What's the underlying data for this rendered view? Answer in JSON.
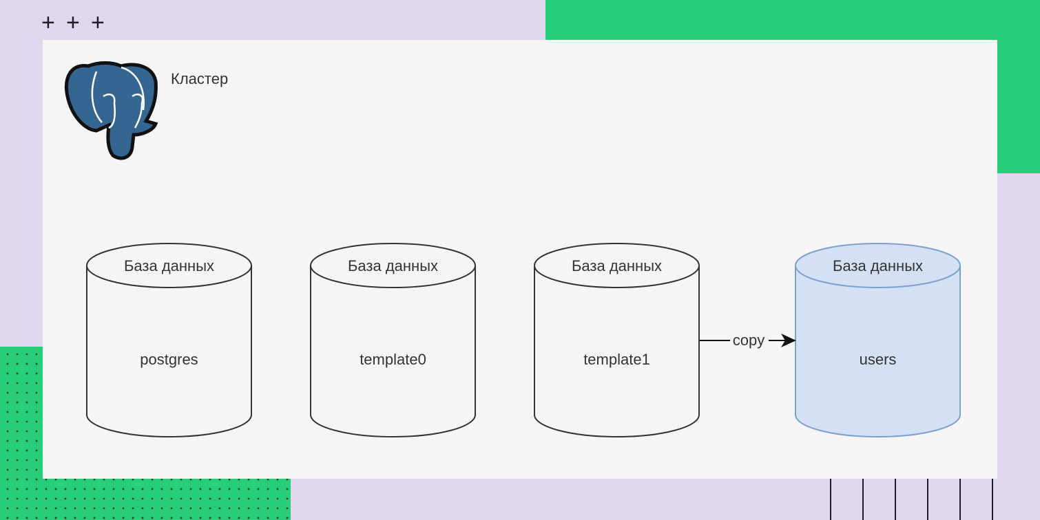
{
  "cluster_label": "Кластер",
  "databases": [
    {
      "header": "База данных",
      "name": "postgres"
    },
    {
      "header": "База данных",
      "name": "template0"
    },
    {
      "header": "База данных",
      "name": "template1"
    },
    {
      "header": "База данных",
      "name": "users"
    }
  ],
  "arrow_label": "copy",
  "colors": {
    "highlight_fill": "#d4e1f5",
    "highlight_stroke": "#7a9fd0",
    "brand_green": "#27cf7b",
    "background_lilac": "#e0d7ef",
    "elephant_blue": "#336791"
  }
}
